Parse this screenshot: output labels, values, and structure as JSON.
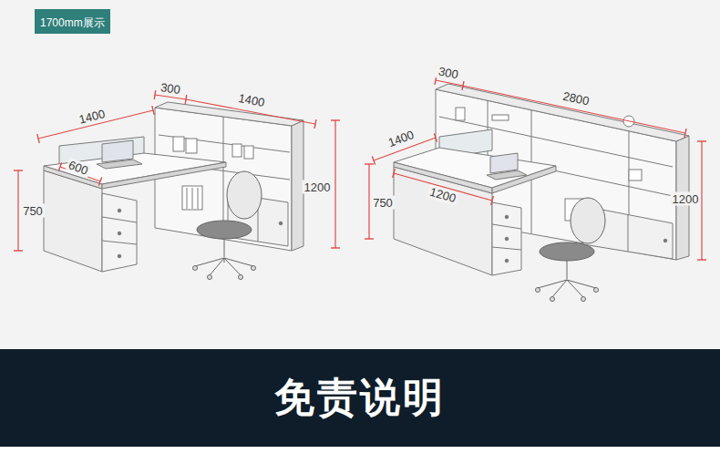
{
  "diagram": {
    "nodes": [
      {
        "text": [
          "1700mm展示"
        ]
      },
      {
        "text": [
          "免责说明"
        ]
      }
    ],
    "labels": [
      "300",
      "1400",
      "1400",
      "1200",
      "600",
      "750",
      "300",
      "2800",
      "1400",
      "1200",
      "750",
      "1200"
    ]
  }
}
